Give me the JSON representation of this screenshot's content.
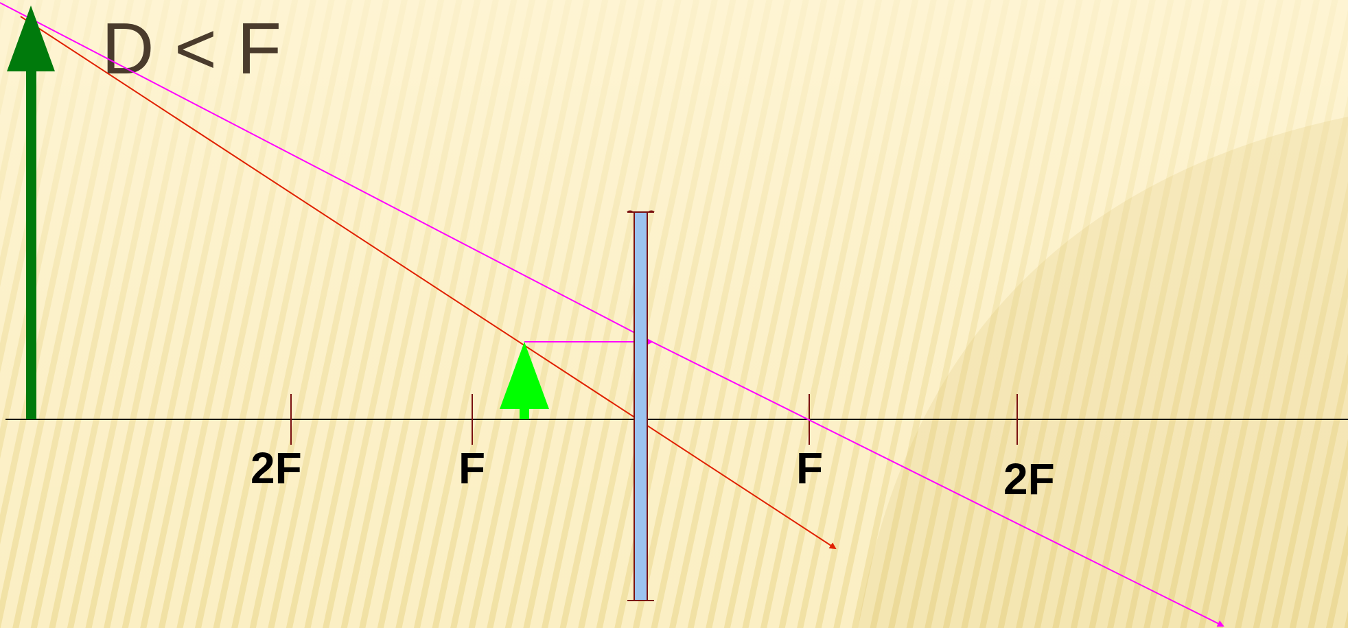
{
  "title": "D < F",
  "axis_labels": {
    "left_2f": "2F",
    "left_f": "F",
    "right_f": "F",
    "right_2f": "2F"
  },
  "colors": {
    "background": "#fbefc4",
    "stripe": "#e8d48a",
    "axis_line": "#000000",
    "focal_tick": "#7a1010",
    "lens_fill": "#9cc3f0",
    "lens_stroke": "#7a1010",
    "object_arrow": "#00ff00",
    "image_arrow": "#007a0c",
    "ray_through_center": "#e02000",
    "ray_parallel": "#ff00ff"
  },
  "icons": {
    "object": "upward-arrow-icon",
    "image": "upward-arrow-icon",
    "lens": "converging-lens-icon"
  }
}
